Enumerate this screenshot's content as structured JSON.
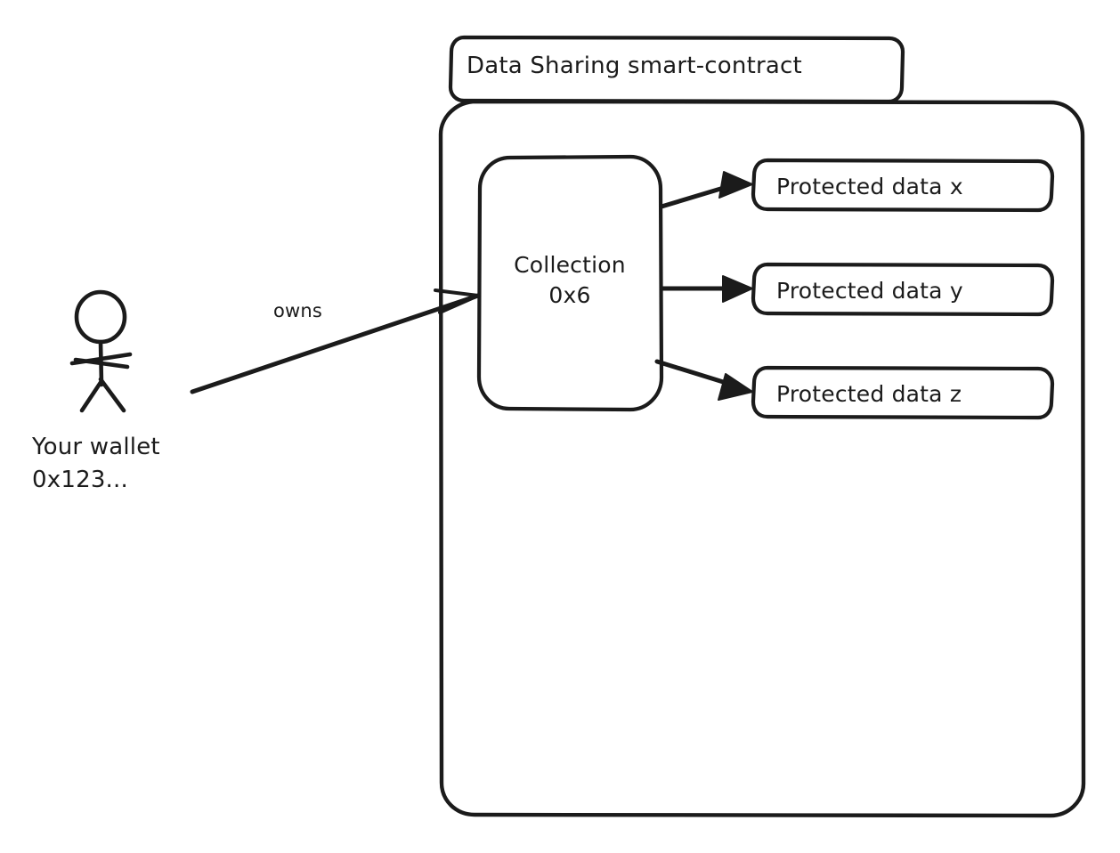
{
  "diagram": {
    "type": "architecture-flow",
    "background_color": "#ffffff",
    "stroke_color": "#1b1b1b",
    "style": "hand-drawn",
    "contract": {
      "title": "Data Sharing smart-contract",
      "collection": {
        "name": "Collection",
        "id": "0x6",
        "text": "Collection\n0x6"
      },
      "protected_data": [
        {
          "label": "Protected data x"
        },
        {
          "label": "Protected data y"
        },
        {
          "label": "Protected data z"
        }
      ]
    },
    "actor": {
      "name": "Your wallet",
      "address": "0x123...",
      "text": "Your wallet\n0x123..."
    },
    "edges": [
      {
        "from": "Your wallet 0x123...",
        "to": "Collection 0x6",
        "label": "owns"
      },
      {
        "from": "Collection 0x6",
        "to": "Protected data x",
        "label": ""
      },
      {
        "from": "Collection 0x6",
        "to": "Protected data y",
        "label": ""
      },
      {
        "from": "Collection 0x6",
        "to": "Protected data z",
        "label": ""
      }
    ]
  }
}
